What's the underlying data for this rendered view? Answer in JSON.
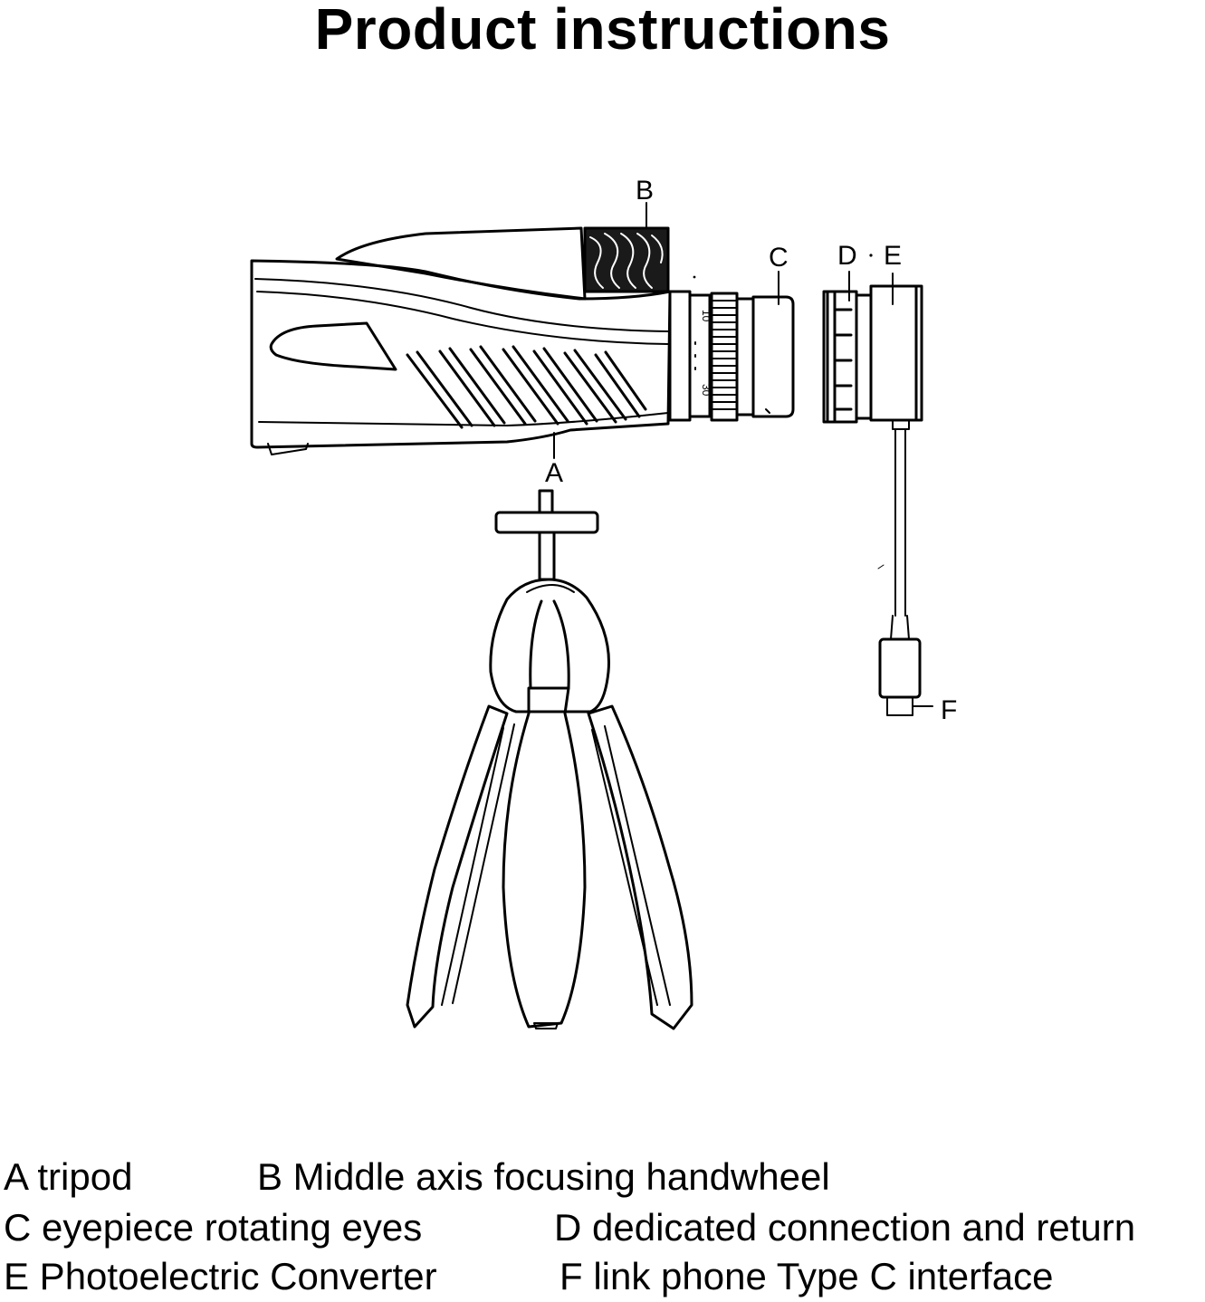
{
  "title": "Product instructions",
  "labels": {
    "a": "A",
    "b": "B",
    "c": "C",
    "d": "D",
    "e": "E",
    "f": "F"
  },
  "scale": {
    "near": "10",
    "far": "30"
  },
  "legend": [
    {
      "text": "A tripod"
    },
    {
      "text": "B Middle axis focusing handwheel"
    },
    {
      "text": "C eyepiece rotating eyes"
    },
    {
      "text": "D dedicated connection and return"
    },
    {
      "text": "E Photoelectric Converter"
    },
    {
      "text": "F link phone Type C interface"
    }
  ],
  "colors": {
    "ink": "#000000",
    "background": "#ffffff"
  }
}
